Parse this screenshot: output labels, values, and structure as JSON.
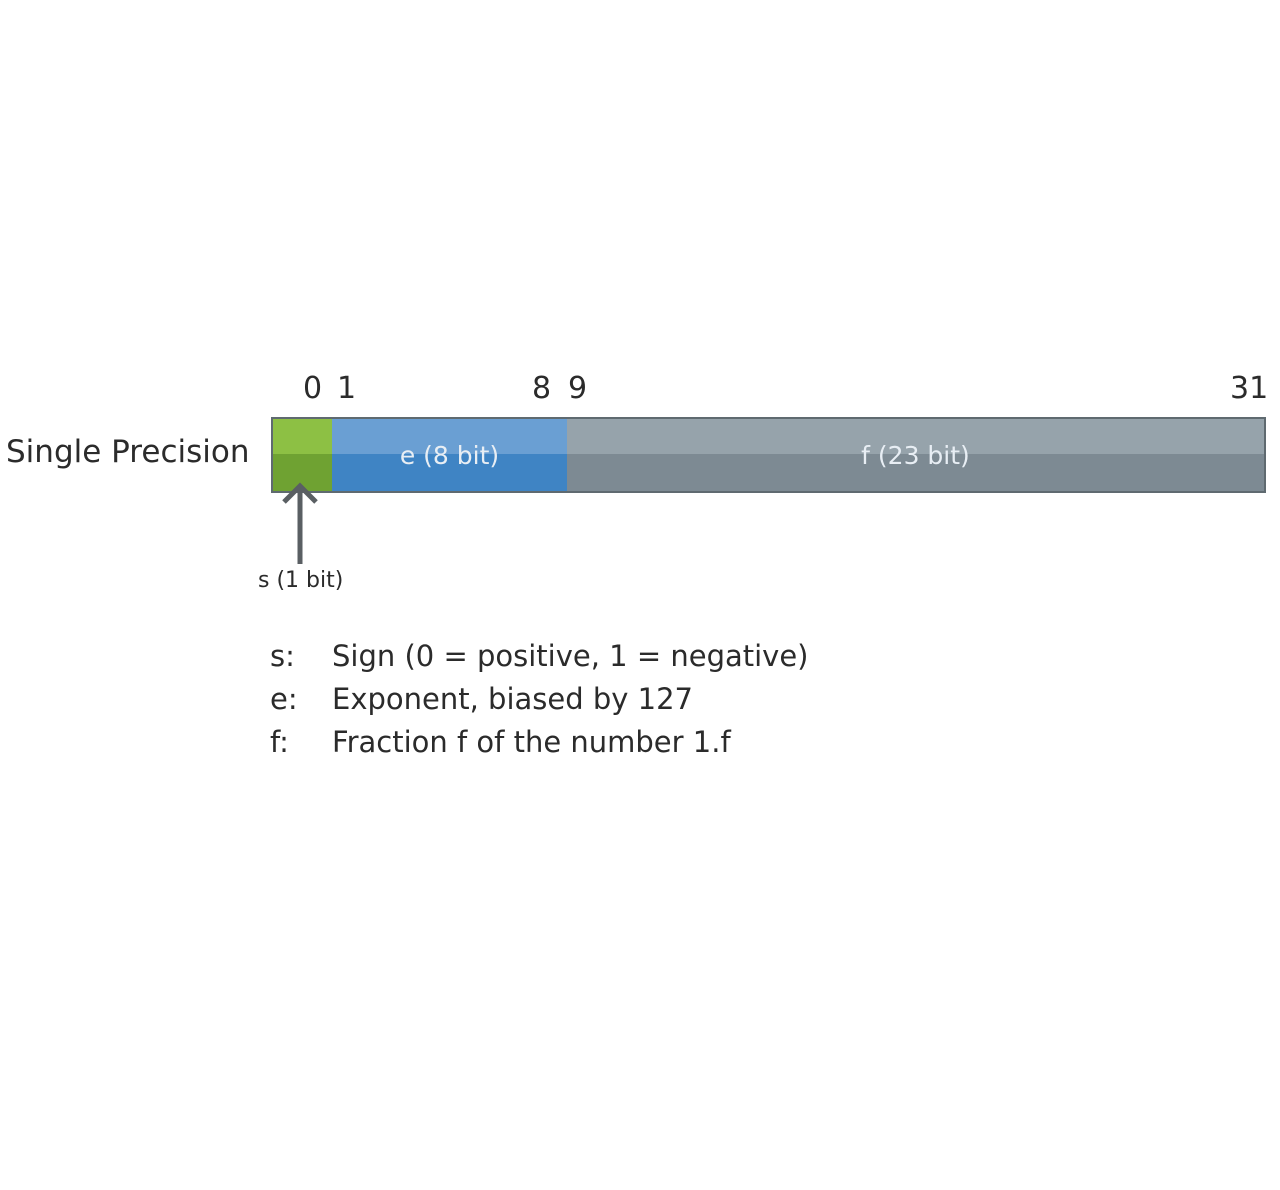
{
  "diagram": {
    "row_label": "Single Precision",
    "bit_indices": {
      "i0": "0",
      "i1": "1",
      "i8": "8",
      "i9": "9",
      "i31": "31"
    },
    "segments": {
      "sign": {
        "label": "",
        "color_top": "#8dc044",
        "color_bottom": "#6fa232"
      },
      "exponent": {
        "label": "e (8 bit)",
        "color_top": "#6a9fd3",
        "color_bottom": "#3f84c4"
      },
      "fraction": {
        "label": "f (23 bit)",
        "color_top": "#96a3ab",
        "color_bottom": "#7d8a93"
      }
    },
    "sign_caption": "s (1 bit)",
    "legend": [
      {
        "key": "s:",
        "text": "Sign (0 = positive, 1 = negative)"
      },
      {
        "key": "e:",
        "text": "Exponent, biased by 127"
      },
      {
        "key": "f:",
        "text": "Fraction f of the number 1.f"
      }
    ]
  }
}
